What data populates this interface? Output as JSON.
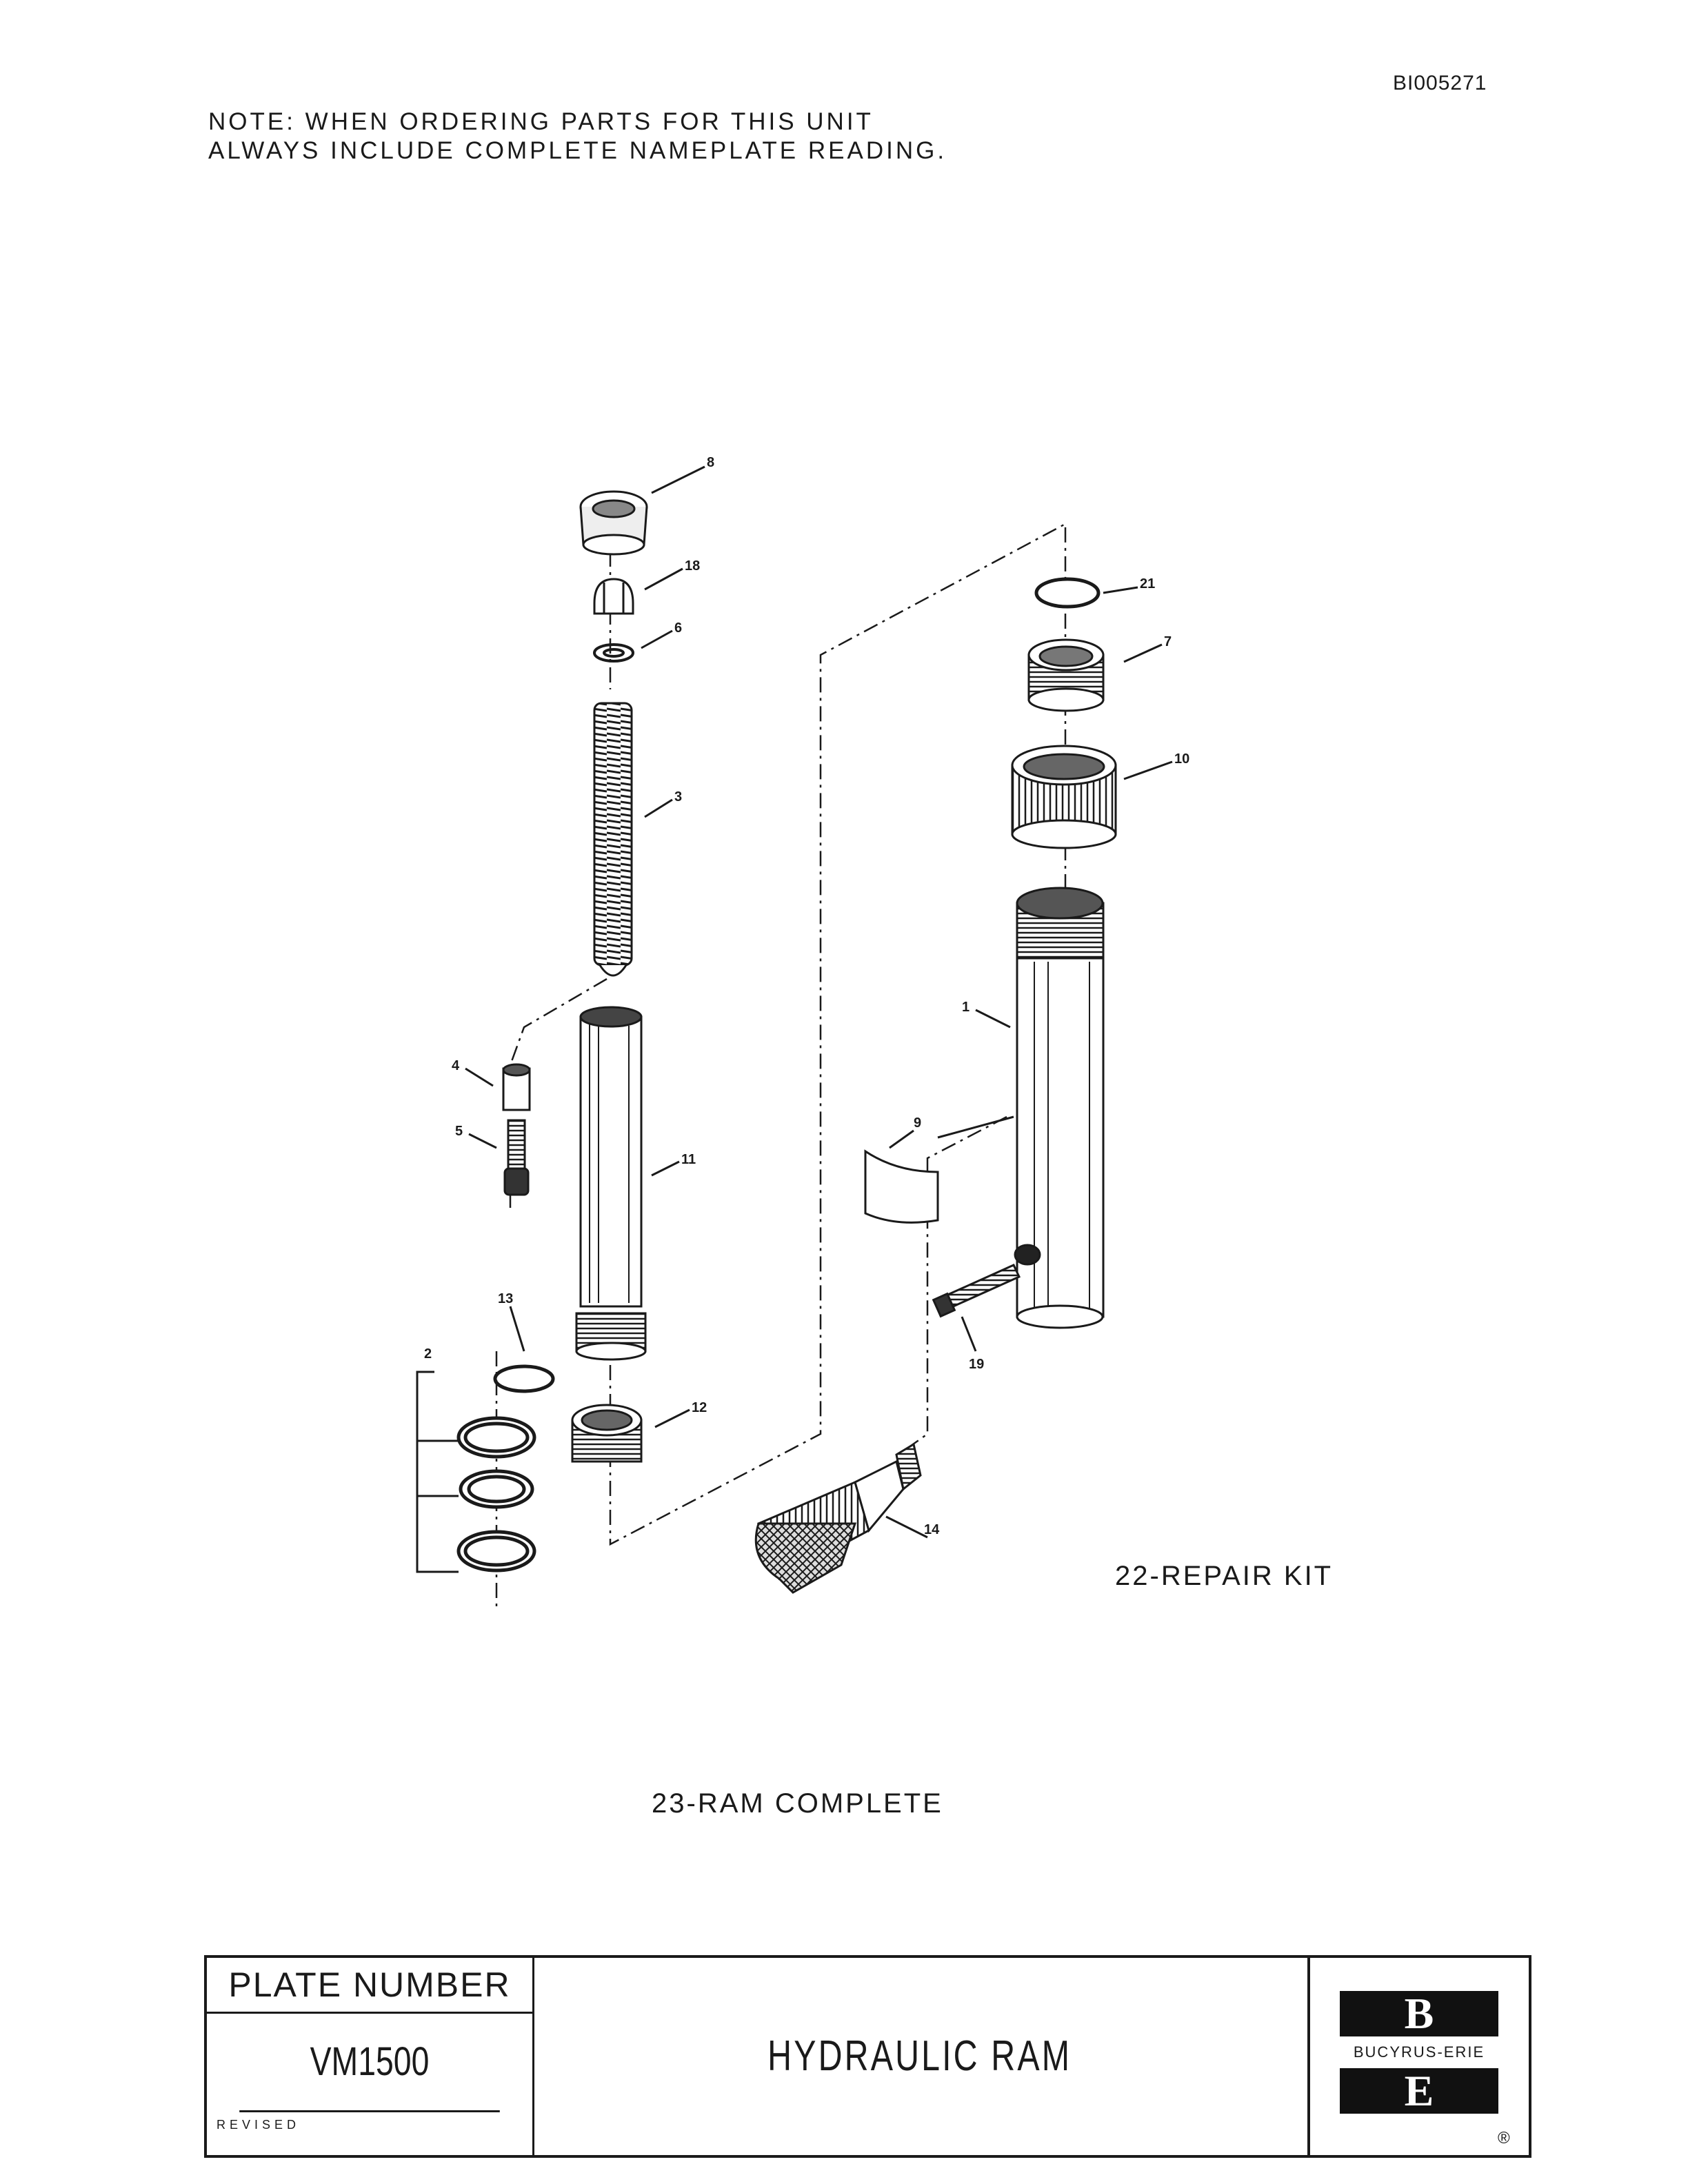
{
  "header": {
    "doc_id": "BI005271",
    "note_line1": "NOTE:  WHEN ORDERING PARTS FOR THIS UNIT",
    "note_line2": "ALWAYS INCLUDE COMPLETE NAMEPLATE READING."
  },
  "diagram": {
    "callouts": [
      "8",
      "18",
      "6",
      "3",
      "4",
      "5",
      "11",
      "13",
      "2",
      "12",
      "21",
      "7",
      "10",
      "1",
      "9",
      "19",
      "14"
    ],
    "repair_kit_label": "22-REPAIR  KIT",
    "ram_complete_label": "23-RAM  COMPLETE"
  },
  "title_block": {
    "plate_number_label": "PLATE NUMBER",
    "plate_number": "VM1500",
    "title": "HYDRAULIC RAM",
    "revised_label": "REVISED",
    "logo_top": "B",
    "logo_text": "BUCYRUS-ERIE",
    "logo_bottom": "E",
    "registered_mark": "®"
  }
}
